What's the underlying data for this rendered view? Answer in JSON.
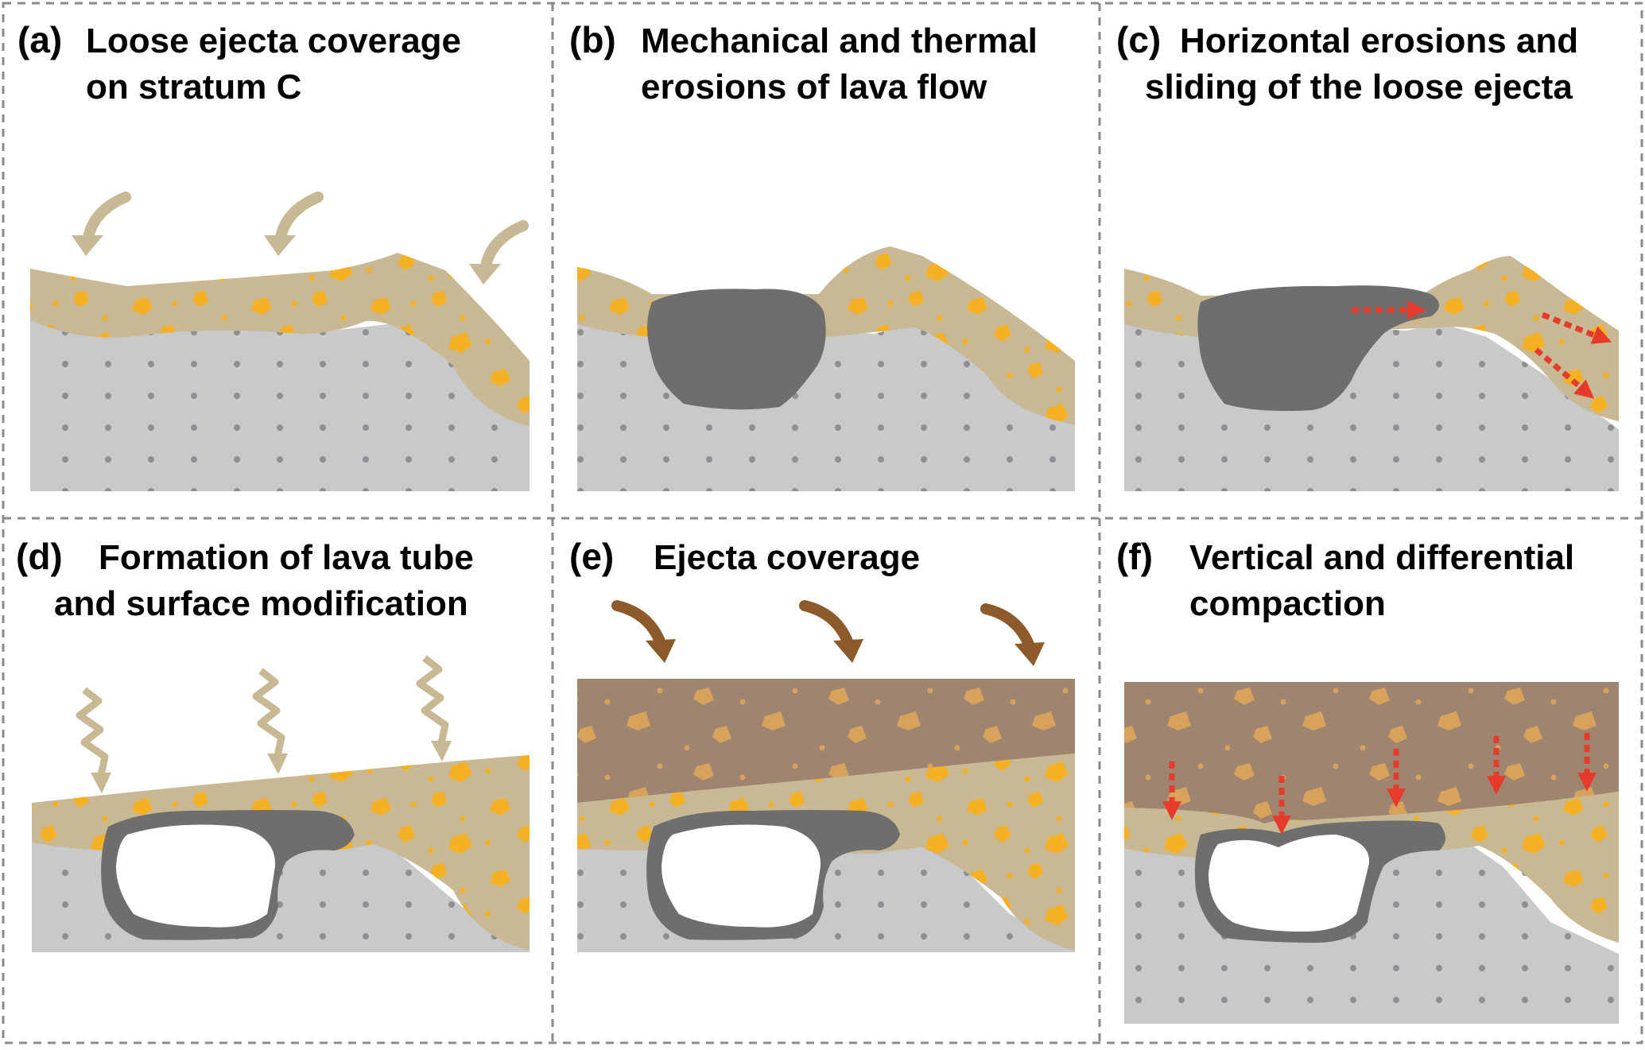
{
  "panels": [
    {
      "id": "a",
      "label": "(a)",
      "title_lines": [
        "Loose ejecta coverage",
        "on stratum C"
      ]
    },
    {
      "id": "b",
      "label": "(b)",
      "title_lines": [
        "Mechanical and thermal",
        "erosions of lava flow"
      ]
    },
    {
      "id": "c",
      "label": "(c)",
      "title_lines": [
        "Horizontal erosions and",
        "sliding of the loose ejecta"
      ]
    },
    {
      "id": "d",
      "label": "(d)",
      "title_lines": [
        "Formation of lava tube",
        "and surface modification"
      ]
    },
    {
      "id": "e",
      "label": "(e)",
      "title_lines": [
        "Ejecta  coverage"
      ]
    },
    {
      "id": "f",
      "label": "(f)",
      "title_lines": [
        "Vertical and differential",
        "compaction"
      ]
    }
  ],
  "colors": {
    "stratum_c": "#c8c9cb",
    "stratum_dots": "#8e8f92",
    "loose_ejecta": "#c8b994",
    "ejecta_clasts": "#f6b024",
    "new_ejecta": "#9f8470",
    "new_ejecta_clasts": "#d7a35c",
    "lava": "#6e6e6e",
    "cavity": "#ffffff",
    "erosion_arrows": "#e63b2a",
    "ejecta_fall_arrows_light": "#c8b994",
    "ejecta_fall_arrows_dark": "#8c5a2b",
    "panel_border": "#8a8a8a"
  },
  "icons": [
    "curved-arrow-icon",
    "wavy-arrow-icon",
    "dotted-arrow-icon"
  ]
}
